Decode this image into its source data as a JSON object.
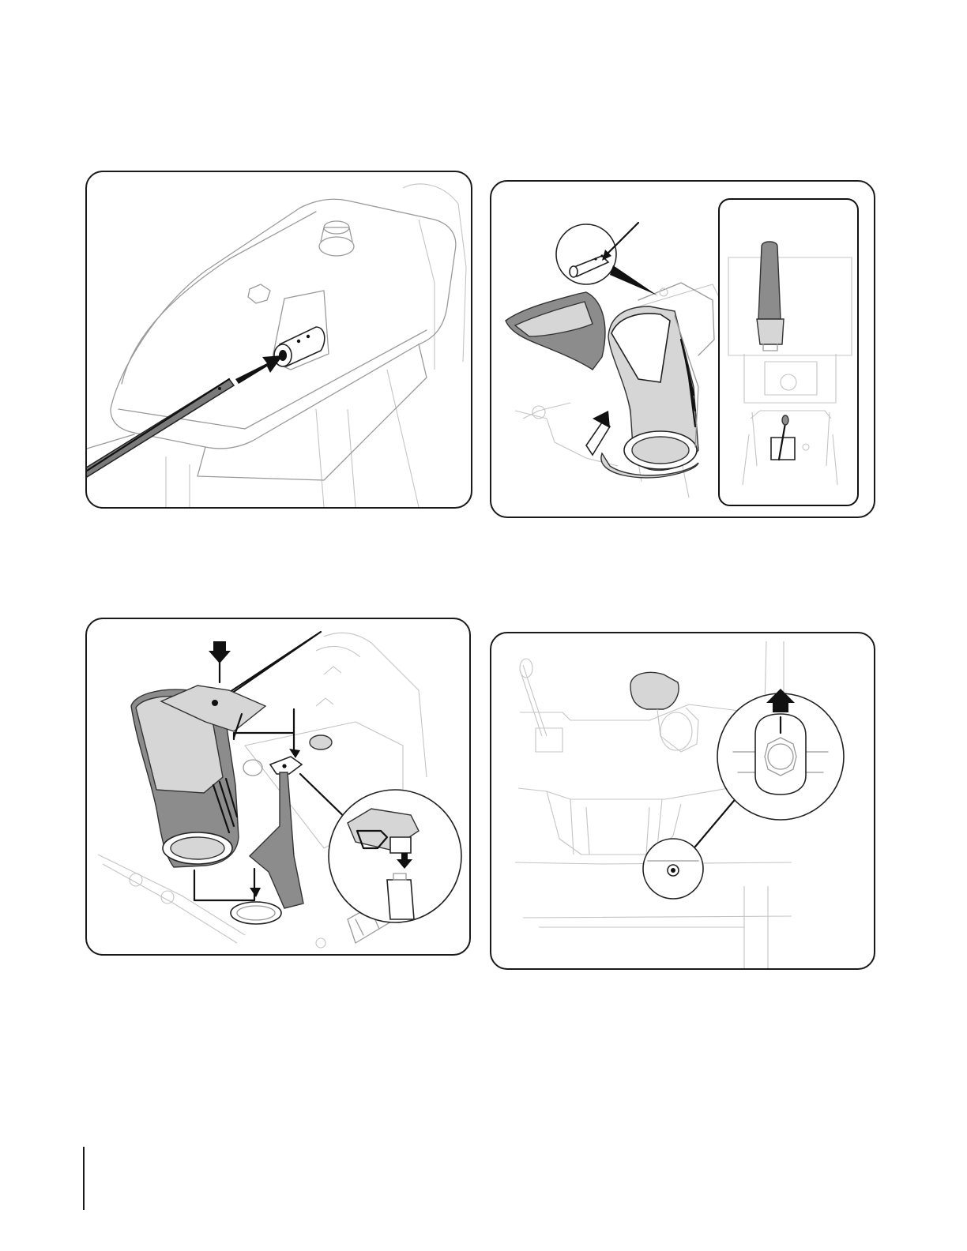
{
  "figures": [
    {
      "illustration": "shift-rod-insertion"
    },
    {
      "illustration": "chute-rotation-with-shift-lever-inset"
    },
    {
      "illustration": "chute-assembly-mounting"
    },
    {
      "illustration": "ignition-key-removal"
    }
  ]
}
